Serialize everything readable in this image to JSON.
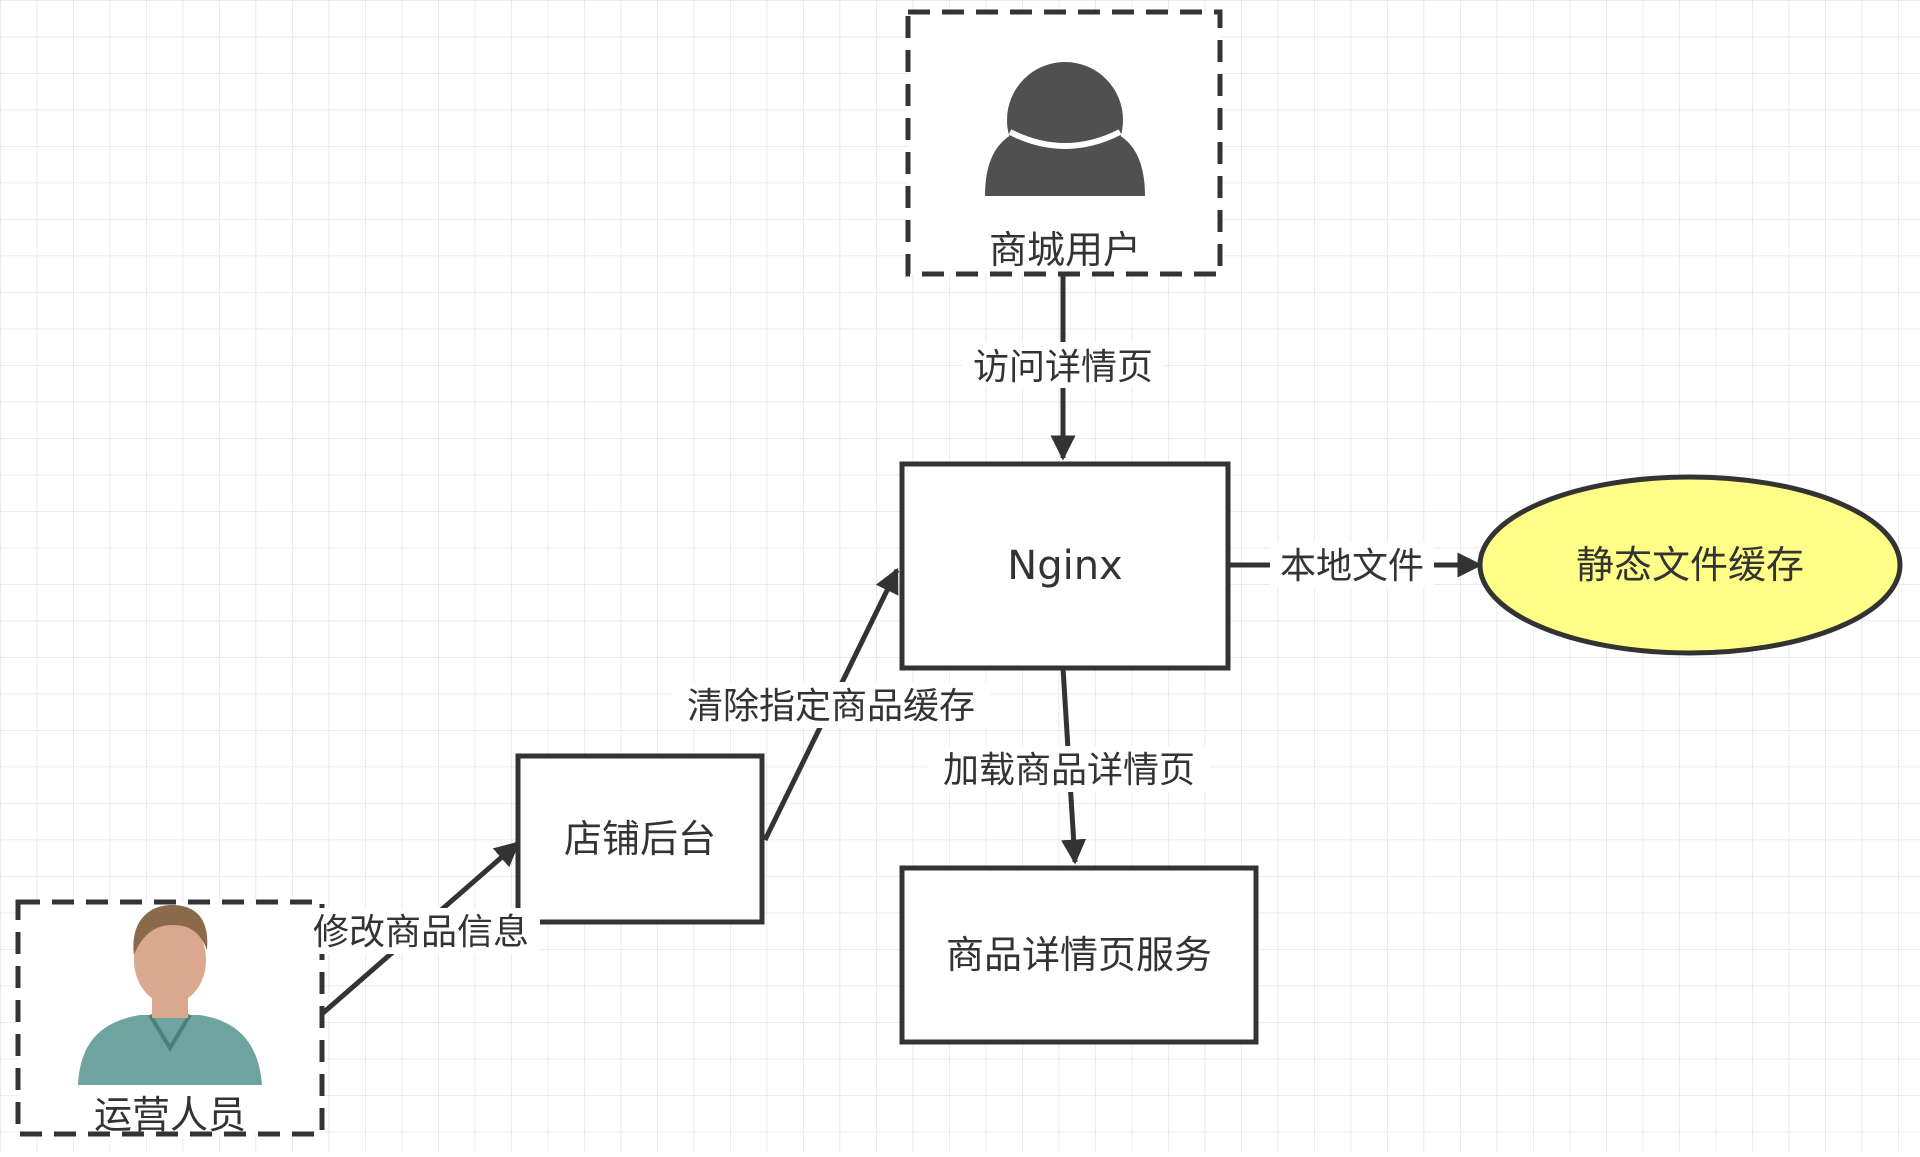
{
  "nodes": {
    "mall_user": {
      "label": "商城用户",
      "icon": "user-silhouette-icon"
    },
    "operator": {
      "label": "运营人员",
      "icon": "person-avatar-icon"
    },
    "nginx": {
      "label": "Nginx"
    },
    "shop_backend": {
      "label": "店铺后台"
    },
    "detail_service": {
      "label": "商品详情页服务"
    },
    "static_cache": {
      "label": "静态文件缓存",
      "fill": "#ffff88"
    }
  },
  "edges": {
    "visit_detail": {
      "label": "访问详情页"
    },
    "local_file": {
      "label": "本地文件"
    },
    "clear_cache": {
      "label": "清除指定商品缓存"
    },
    "load_detail": {
      "label": "加载商品详情页"
    },
    "modify_info": {
      "label": "修改商品信息"
    }
  },
  "colors": {
    "stroke": "#333333",
    "grid": "#e6e6e6",
    "icon_dark": "#505050",
    "avatar_shirt": "#6fa3a0",
    "avatar_skin": "#d9a88e",
    "avatar_hair": "#8a6a4a"
  }
}
